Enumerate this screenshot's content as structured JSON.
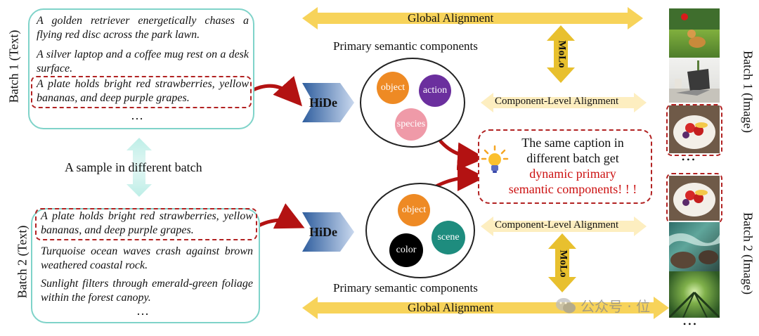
{
  "batch1_text": {
    "label": "Batch 1 (Text)",
    "captions": [
      "A golden retriever energetically chases a flying red disc across the park lawn.",
      "A silver laptop and a coffee mug rest on a desk surface.",
      "A plate holds bright red strawberries, yellow bananas, and deep purple grapes."
    ],
    "ellipsis": "…"
  },
  "batch2_text": {
    "label": "Batch 2 (Text)",
    "captions": [
      "A plate holds bright red strawberries, yellow bananas, and deep purple grapes.",
      "Turquoise ocean waves crash against brown weathered coastal rock.",
      "Sunlight filters through emerald-green foliage within the forest canopy."
    ],
    "ellipsis": "…"
  },
  "sample_label": "A sample in different batch",
  "hide_label": "HiDe",
  "primary_components_label": "Primary semantic components",
  "top_components": [
    {
      "label": "object",
      "color": "#ee8a24"
    },
    {
      "label": "action",
      "color": "#6b2f9e"
    },
    {
      "label": "species",
      "color": "#ef9aa8"
    }
  ],
  "bottom_components": [
    {
      "label": "object",
      "color": "#ee8a24"
    },
    {
      "label": "scene",
      "color": "#1e8c7e"
    },
    {
      "label": "color",
      "color": "#000000"
    }
  ],
  "global_alignment": "Global Alignment",
  "component_alignment": "Component-Level Alignment",
  "molo": "MoLo",
  "note": {
    "line1": "The same caption in",
    "line2": "different batch get",
    "line3": "dynamic primary",
    "line4": "semantic components! ! !"
  },
  "batch1_image_label": "Batch 1 (Image)",
  "batch2_image_label": "Batch 2 (Image)",
  "image_ellipsis": "• • •",
  "watermark": "公众号 · 位",
  "colors": {
    "teal_border": "#7fd3c9",
    "red_dash": "#b22222",
    "gold_arrow": "#f7d35a",
    "hide_blue": "#3b6fb0",
    "accent_red": "#cc1111"
  }
}
